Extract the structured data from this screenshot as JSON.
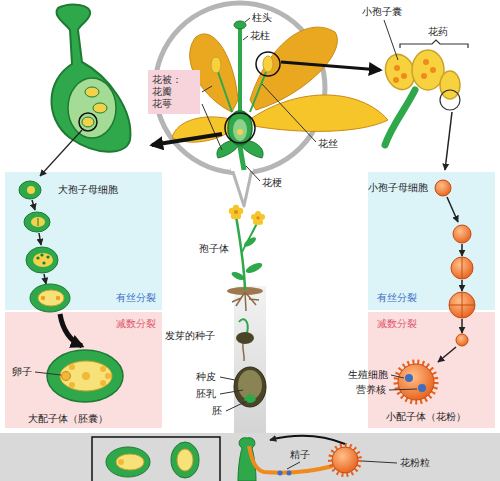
{
  "diagram": {
    "nodes": [
      {
        "text": [
          "花被：",
          "花瓣",
          "花萼"
        ]
      },
      {
        "text": [
          "有丝分裂"
        ]
      },
      {
        "text": [
          "有丝分裂"
        ]
      },
      {
        "text": [
          "减数分裂"
        ]
      },
      {
        "text": [
          "减数分裂"
        ]
      }
    ],
    "labels": [
      "柱头",
      "花柱",
      "花丝",
      "花梗",
      "小孢子囊",
      "花药",
      "大孢子母细胞",
      "小孢子母细胞",
      "孢子体",
      "发芽的种子",
      "卵子",
      "种皮",
      "胚乳",
      "胚",
      "生殖细胞",
      "营养核",
      "大配子体（胚囊）",
      "小配子体（花粉）",
      "精子",
      "花粉粒"
    ]
  }
}
